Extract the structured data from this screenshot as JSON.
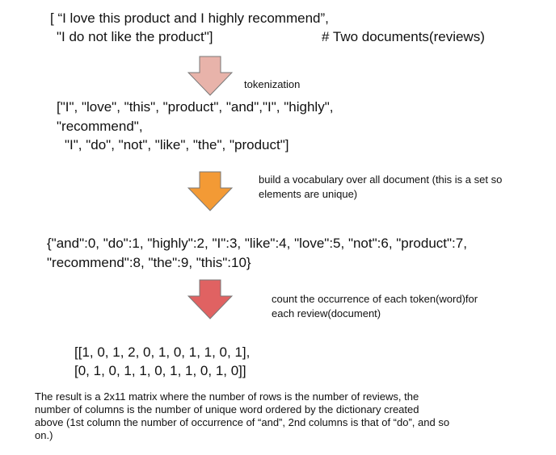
{
  "input": {
    "line1": "[ “I love this product and I highly recommend”,",
    "line2": "\"I do not like the product\"]",
    "comment": "# Two documents(reviews)"
  },
  "step1": {
    "label": "tokenization",
    "color": "#e8b3aa"
  },
  "tokens": {
    "line1": "[\"I\", \"love\", \"this\", \"product\", \"and\",\"I\", \"highly\",",
    "line2": "\"recommend\",",
    "line3": "\"I\", \"do\", \"not\", \"like\", \"the\", \"product\"]"
  },
  "step2": {
    "label_line1": "build a vocabulary over all document (this is a set so",
    "label_line2": "elements are unique)",
    "color": "#f39a35"
  },
  "vocabulary": {
    "line1": "{\"and\":0, \"do\":1, \"highly\":2, \"I\":3, \"like\":4, \"love\":5, \"not\":6, \"product\":7,",
    "line2": "\"recommend\":8, \"the\":9, \"this\":10}"
  },
  "step3": {
    "label_line1": "count the occurrence of each token(word)for",
    "label_line2": "each review(document)",
    "color": "#e06262"
  },
  "matrix": {
    "line1": "[[1, 0, 1, 2, 0, 1, 0, 1, 1, 0, 1],",
    "line2": "[0, 1, 0, 1, 1, 0, 1, 1, 0, 1, 0]]"
  },
  "result": {
    "line1": "The result is a 2x11 matrix where the number of rows is the number of reviews, the",
    "line2": "number of columns is the number of unique word ordered by the dictionary created",
    "line3": "above (1st column the number of occurrence of “and”, 2nd columns is that of “do”, and so",
    "line4": "on.)"
  }
}
